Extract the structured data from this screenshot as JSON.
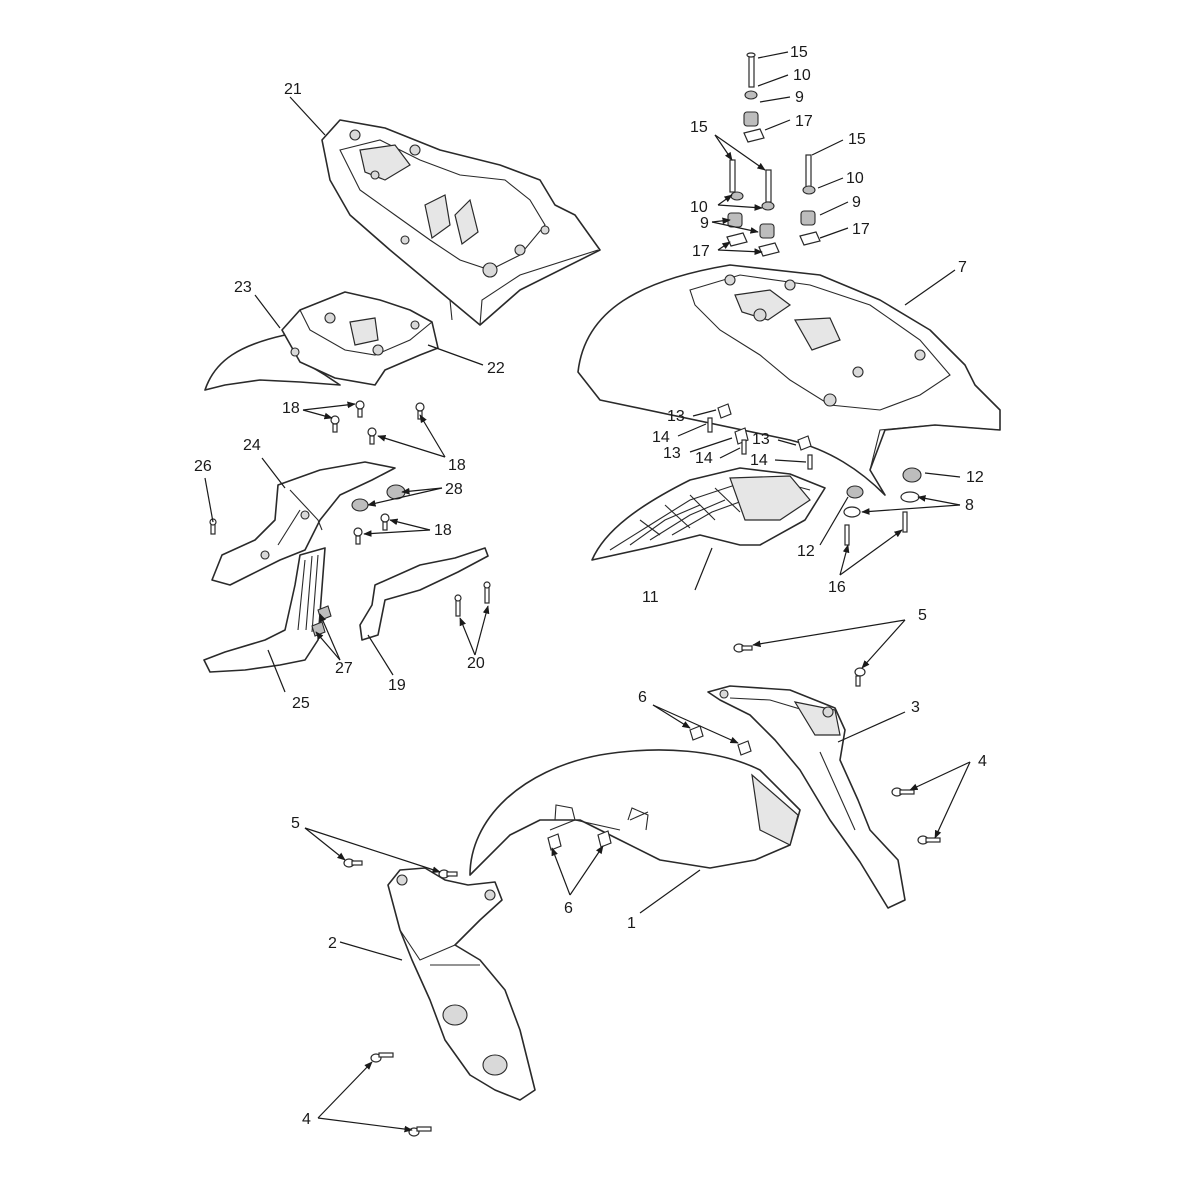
{
  "callouts": {
    "c1": "1",
    "c2": "2",
    "c3": "3",
    "c4a": "4",
    "c4b": "4",
    "c5a": "5",
    "c5b": "5",
    "c6a": "6",
    "c6b": "6",
    "c7": "7",
    "c8": "8",
    "c9a": "9",
    "c9b": "9",
    "c9c": "9",
    "c10a": "10",
    "c10b": "10",
    "c10c": "10",
    "c11": "11",
    "c12a": "12",
    "c12b": "12",
    "c13a": "13",
    "c13b": "13",
    "c13c": "13",
    "c14a": "14",
    "c14b": "14",
    "c14c": "14",
    "c15a": "15",
    "c15b": "15",
    "c15c": "15",
    "c16": "16",
    "c17a": "17",
    "c17b": "17",
    "c17c": "17",
    "c18a": "18",
    "c18b": "18",
    "c18c": "18",
    "c19": "19",
    "c20": "20",
    "c21": "21",
    "c22": "22",
    "c23": "23",
    "c24": "24",
    "c25": "25",
    "c26": "26",
    "c27": "27",
    "c28": "28"
  }
}
